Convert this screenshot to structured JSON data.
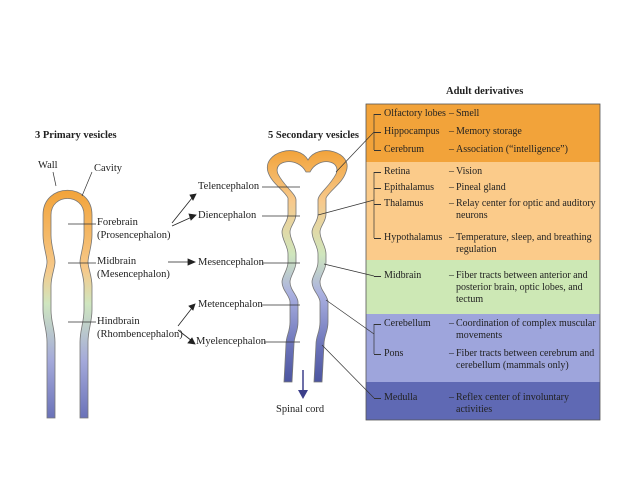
{
  "headers": {
    "primary": "3 Primary vesicles",
    "secondary": "5 Secondary vesicles",
    "adult": "Adult derivatives"
  },
  "primary_labels": {
    "wall": "Wall",
    "cavity": "Cavity",
    "forebrain": "Forebrain",
    "forebrain_latin": "(Prosencephalon)",
    "midbrain": "Midbrain",
    "midbrain_latin": "(Mesencephalon)",
    "hindbrain": "Hindbrain",
    "hindbrain_latin": "(Rhombencephalon)"
  },
  "secondary_labels": {
    "telencephalon": "Telencephalon",
    "diencephalon": "Diencephalon",
    "mesencephalon": "Mesencephalon",
    "metencephalon": "Metencephalon",
    "myelencephalon": "Myelencephalon",
    "spinal_cord": "Spinal cord"
  },
  "colors": {
    "orange": "#f2a33a",
    "light_orange": "#fbcb8a",
    "green": "#cde8b5",
    "lavender": "#9ea5dc",
    "blue": "#5f69b4",
    "wall_stroke": "#666666"
  },
  "derivatives": [
    {
      "name": "Olfactory lobes",
      "fn": "Smell"
    },
    {
      "name": "Hippocampus",
      "fn": "Memory storage"
    },
    {
      "name": "Cerebrum",
      "fn": "Association (“intelligence”)"
    },
    {
      "name": "Retina",
      "fn": "Vision"
    },
    {
      "name": "Epithalamus",
      "fn": "Pineal gland"
    },
    {
      "name": "Thalamus",
      "fn": "Relay center for optic and auditory neurons"
    },
    {
      "name": "Hypothalamus",
      "fn": "Temperature, sleep, and breathing regulation"
    },
    {
      "name": "Midbrain",
      "fn": "Fiber tracts between anterior and posterior brain, optic lobes, and tectum"
    },
    {
      "name": "Cerebellum",
      "fn": "Coordination of complex muscular movements"
    },
    {
      "name": "Pons",
      "fn": "Fiber tracts between cerebrum and cerebellum (mammals only)"
    },
    {
      "name": "Medulla",
      "fn": "Reflex center of involuntary activities"
    }
  ]
}
